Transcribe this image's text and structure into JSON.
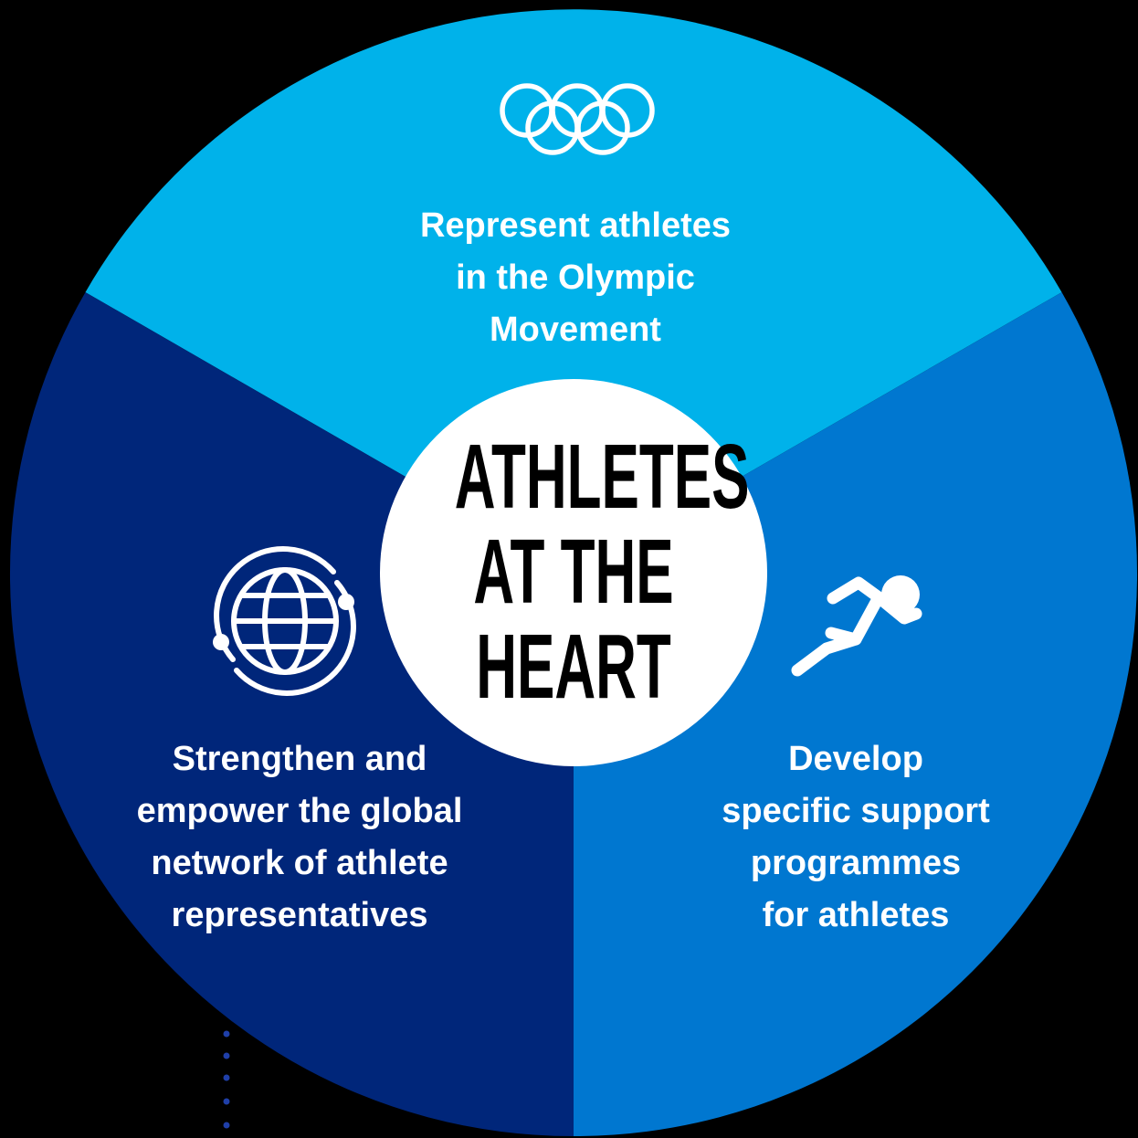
{
  "colors": {
    "background": "#000000",
    "segment_top": "#00b2ea",
    "segment_right": "#0077d0",
    "segment_left": "#00267a",
    "center_circle": "#ffffff",
    "text_light": "#ffffff",
    "text_dark": "#000000",
    "dots": "#1f3fa8"
  },
  "center": {
    "title_lines": [
      "ATHLETES",
      "AT THE",
      "HEART"
    ]
  },
  "segments": {
    "top": {
      "icon": "olympic-rings-icon",
      "lines": [
        "Represent athletes",
        "in the Olympic",
        "Movement"
      ]
    },
    "left": {
      "icon": "globe-orbit-icon",
      "lines": [
        "Strengthen and",
        "empower the global",
        "network of athlete",
        "representatives"
      ]
    },
    "right": {
      "icon": "runner-icon",
      "lines": [
        "Develop",
        "specific support",
        "programmes",
        "for athletes"
      ]
    }
  }
}
